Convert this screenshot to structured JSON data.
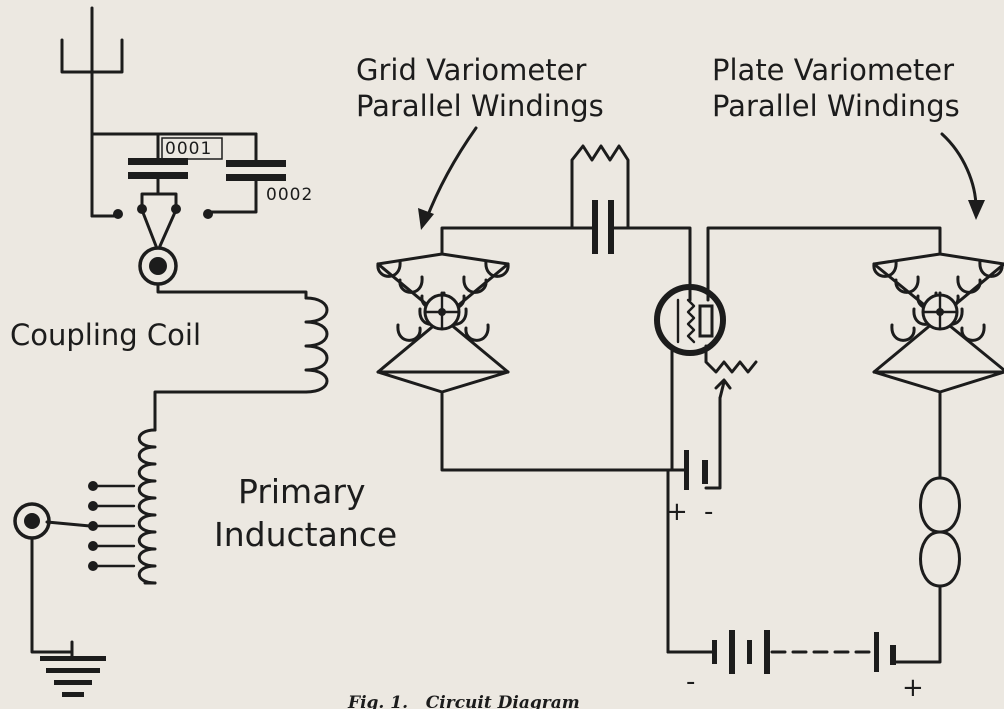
{
  "labels": {
    "grid_line1": "Grid Variometer",
    "grid_line2": "Parallel Windings",
    "plate_line1": "Plate Variometer",
    "plate_line2": "Parallel Windings",
    "coupling_coil": "Coupling Coil",
    "primary_line1": "Primary",
    "primary_line2": "Inductance",
    "cap_small": "0001",
    "cap_large": "0002",
    "plus_a": "+",
    "minus_a": "-",
    "minus_b": "-",
    "plus_b": "+",
    "caption": "Fig. 1.   Circuit Diagram"
  },
  "icons": [
    "antenna-icon",
    "capacitor-icon",
    "coil-icon",
    "variometer-icon",
    "vacuum-tube-icon",
    "rheostat-icon",
    "battery-icon",
    "headphones-icon",
    "ground-icon",
    "binding-post-icon"
  ],
  "colors": {
    "ink": "#1c1c1c",
    "paper": "#ece8e1"
  }
}
